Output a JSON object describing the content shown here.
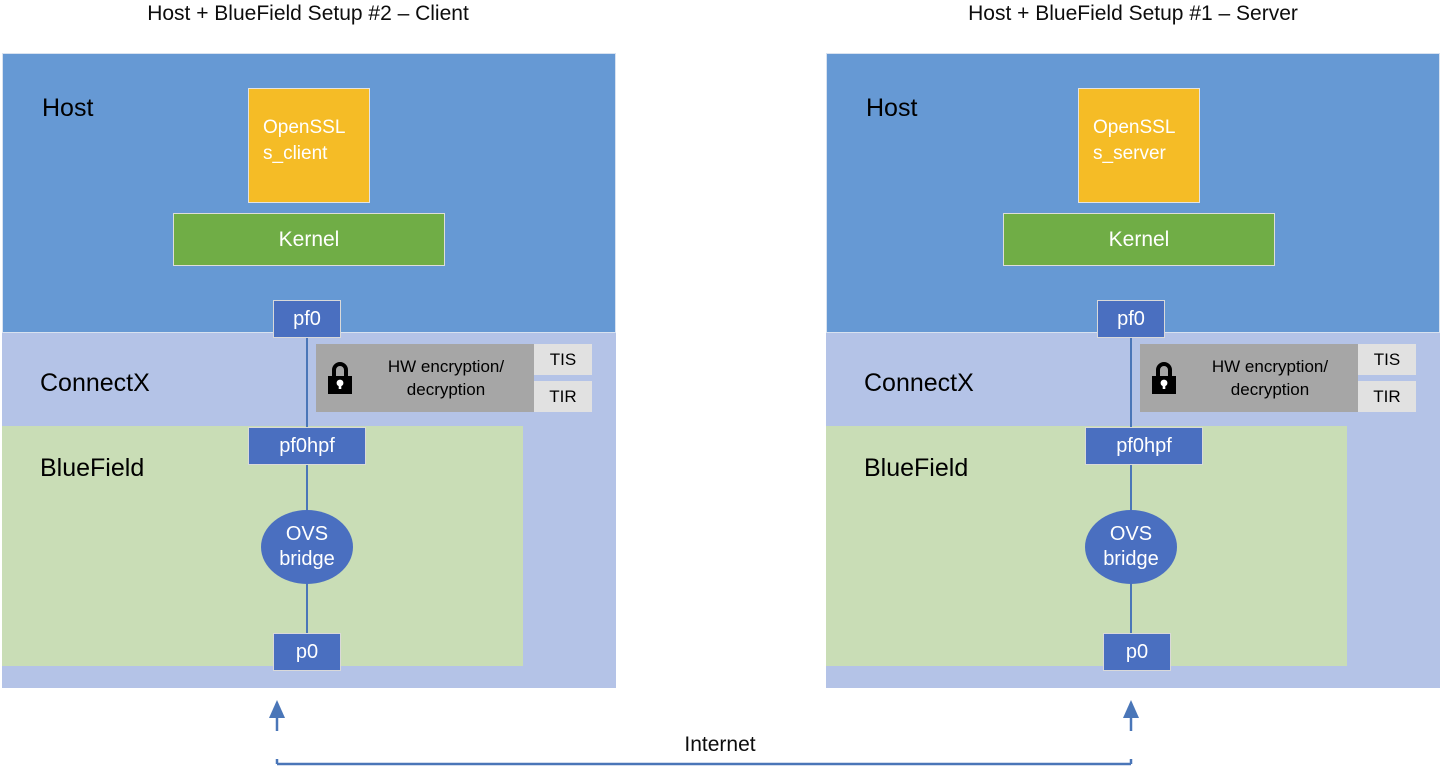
{
  "diagram": {
    "type": "network-architecture",
    "panels": [
      {
        "id": "left",
        "title": "Host + BlueField Setup #2 – Client",
        "bands": {
          "host_label": "Host",
          "connectx_label": "ConnectX",
          "bluefield_label": "BlueField"
        },
        "openssl": {
          "label": "OpenSSL\ns_client"
        },
        "kernel": {
          "label": "Kernel"
        },
        "ports": {
          "pf0": "pf0",
          "pf0hpf": "pf0hpf",
          "p0": "p0"
        },
        "ovs": {
          "label": "OVS\nbridge"
        },
        "encryption": {
          "icon": "lock-icon",
          "label": "HW encryption/\ndecryption",
          "tis": "TIS",
          "tir": "TIR"
        }
      },
      {
        "id": "right",
        "title": "Host + BlueField Setup #1 – Server",
        "bands": {
          "host_label": "Host",
          "connectx_label": "ConnectX",
          "bluefield_label": "BlueField"
        },
        "openssl": {
          "label": "OpenSSL\ns_server"
        },
        "kernel": {
          "label": "Kernel"
        },
        "ports": {
          "pf0": "pf0",
          "pf0hpf": "pf0hpf",
          "p0": "p0"
        },
        "ovs": {
          "label": "OVS\nbridge"
        },
        "encryption": {
          "icon": "lock-icon",
          "label": "HW encryption/\ndecryption",
          "tis": "TIS",
          "tir": "TIR"
        }
      }
    ],
    "connector": {
      "label": "Internet",
      "style": "double-headed-arrow"
    },
    "colors": {
      "host": "#6699d4",
      "connectx": "#b4c3e7",
      "bluefield": "#c9ddb6",
      "openssl": "#f5bc26",
      "kernel": "#70ad46",
      "port": "#4a6fc0",
      "ovs": "#4a6fc0",
      "encryption": "#a6a6a6",
      "ti": "#e1e1e1",
      "line": "#4a76b8",
      "background": "#ffffff"
    }
  }
}
